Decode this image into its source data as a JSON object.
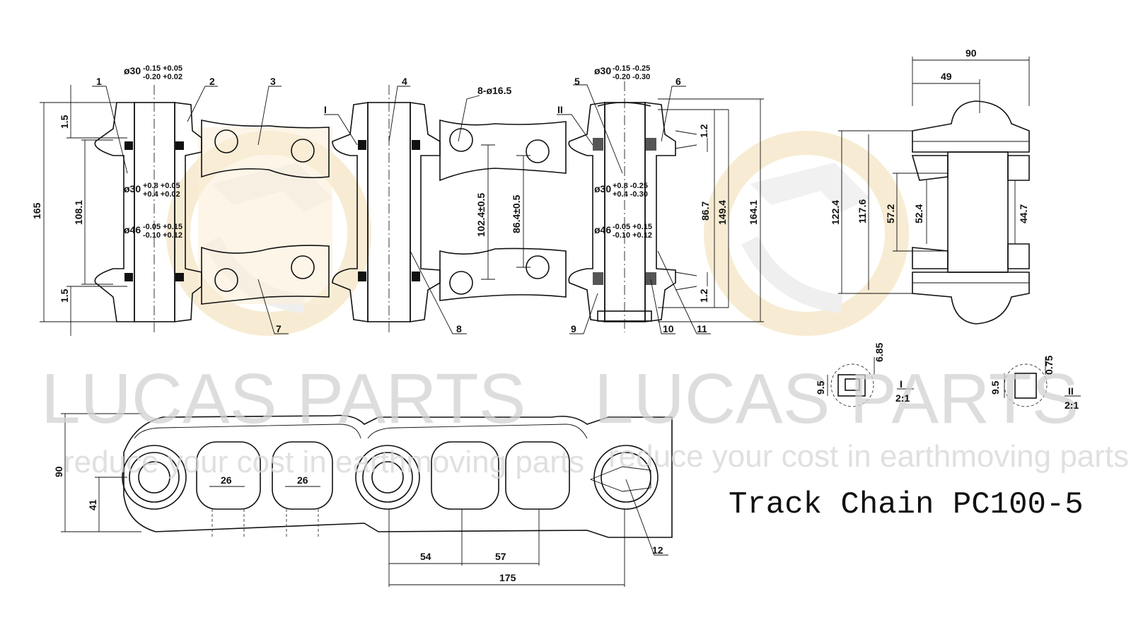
{
  "title": "Track Chain PC100-5",
  "watermark": {
    "brand": "LUCAS PARTS",
    "brand2": "LUCAS PARTS",
    "slogan_left": "reduce your cost in earthmoving parts",
    "slogan_right": "reduce your cost in earthmoving parts"
  },
  "callouts": {
    "c1": "1",
    "c2": "2",
    "c3": "3",
    "c4": "4",
    "c5": "5",
    "c6": "6",
    "c7": "7",
    "c8": "8",
    "c9": "9",
    "c10": "10",
    "c11": "11",
    "c12": "12",
    "detail_i": "I",
    "detail_ii": "II",
    "holes": "8-ø16.5"
  },
  "dims": {
    "d165": "165",
    "d108": "108.1",
    "d15a": "1.5",
    "d15b": "1.5",
    "dia30_a": "ø30",
    "tol30_a1": "-0.15 +0.05",
    "tol30_a2": "-0.20 +0.02",
    "dia30_b": "ø30",
    "tol30_b1": "+0.8 +0.05",
    "tol30_b2": "+0.4 +0.02",
    "dia46_a": "ø46",
    "tol46_a1": "-0.05 +0.15",
    "tol46_a2": "-0.10 +0.12",
    "d102": "102.4±0.5",
    "d86": "86.4±0.5",
    "dia30_c": "ø30",
    "tol30_c1": "-0.15 -0.25",
    "tol30_c2": "-0.20 -0.30",
    "dia30_d": "ø30",
    "tol30_d1": "+0.8 -0.25",
    "tol30_d2": "+0.4 -0.30",
    "dia46_b": "ø46",
    "tol46_b1": "-0.05 +0.15",
    "tol46_b2": "-0.10 +0.12",
    "d12a": "1.2",
    "d12b": "1.2",
    "d867": "86.7",
    "d1494": "149.4",
    "d1641": "164.1",
    "d90top": "90",
    "d49": "49",
    "d1224": "122.4",
    "d1176": "117.6",
    "d572": "57.2",
    "d524": "52.4",
    "d447": "44.7",
    "d95a": "9.5",
    "d685": "6.85",
    "scaleI_label": "I",
    "scaleI": "2:1",
    "d95b": "9.5",
    "d075": "0.75",
    "scaleII_label": "II",
    "scaleII": "2:1",
    "d90side": "90",
    "d41": "41",
    "d26a": "26",
    "d26b": "26",
    "d54": "54",
    "d57": "57",
    "d175": "175"
  }
}
